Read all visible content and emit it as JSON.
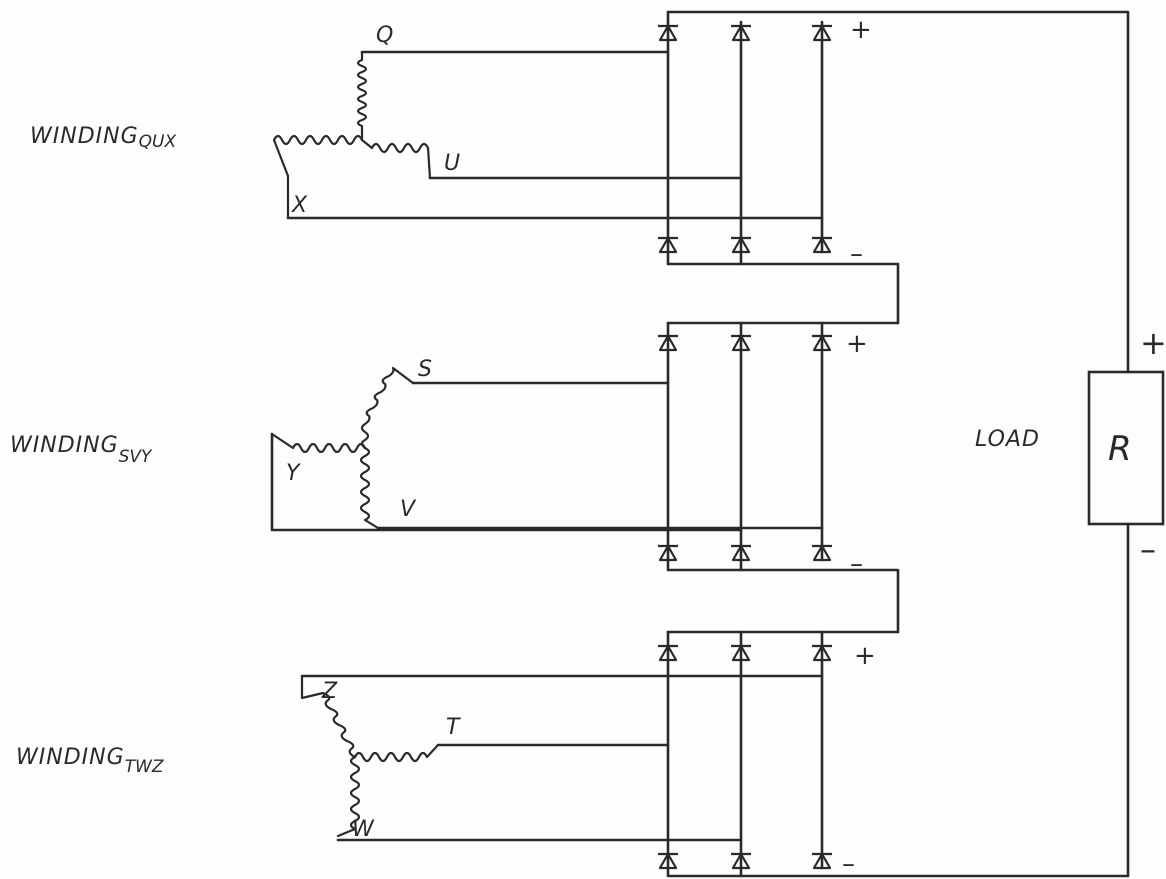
{
  "windings": [
    {
      "prefix": "WINDING",
      "suffix": "QUX"
    },
    {
      "prefix": "WINDING",
      "suffix": "SVY"
    },
    {
      "prefix": "WINDING",
      "suffix": "TWZ"
    }
  ],
  "terminals": {
    "q": "Q",
    "u": "U",
    "x": "X",
    "s": "S",
    "y": "Y",
    "v": "V",
    "t": "T",
    "z": "Z",
    "w": "W"
  },
  "bridge_signs": {
    "plus": "+",
    "minus": "–"
  },
  "load": {
    "label": "LOAD",
    "resistor": "R",
    "plus": "+",
    "minus": "–"
  }
}
